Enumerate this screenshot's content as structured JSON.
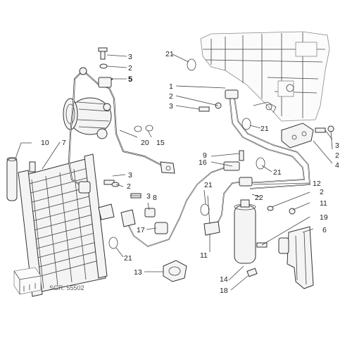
{
  "diagram": {
    "reference_code": "SGR. 55502",
    "labels": {
      "l3a": "3",
      "l2a": "2",
      "l5": "5",
      "l21a": "21",
      "l1": "1",
      "l2b": "2",
      "l3b": "3",
      "l21b": "21",
      "l3c": "3",
      "l2c": "2",
      "l4": "4",
      "l20": "20",
      "l15": "15",
      "l10": "10",
      "l7": "7",
      "l3d": "3",
      "l2d": "2",
      "l3e": "3",
      "l8": "8",
      "l16": "16",
      "l9": "9",
      "l21c": "21",
      "l21d": "21",
      "l12": "12",
      "l22": "22",
      "l2e": "2",
      "l11a": "11",
      "l19": "19",
      "l6": "6",
      "l17": "17",
      "l21e": "21",
      "l11b": "11",
      "l13": "13",
      "l14": "14",
      "l18": "18"
    }
  }
}
